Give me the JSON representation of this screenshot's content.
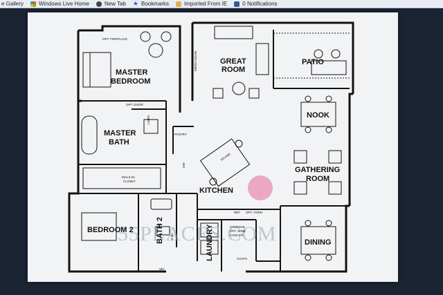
{
  "bookmarks_bar": {
    "items": [
      {
        "label": "e Gallery",
        "icon": "gallery-icon"
      },
      {
        "label": "Windows Live Home",
        "icon": "windows-logo-icon"
      },
      {
        "label": "New Tab",
        "icon": "globe-icon"
      },
      {
        "label": "Bookmarks",
        "icon": "star-icon"
      },
      {
        "label": "Imported From IE",
        "icon": "folder-icon"
      },
      {
        "label": "0 Notifications",
        "icon": "facebook-icon"
      }
    ]
  },
  "floorplan": {
    "rooms": {
      "master_bedroom_1": "MASTER",
      "master_bedroom_2": "BEDROOM",
      "great_room_1": "GREAT",
      "great_room_2": "ROOM",
      "patio": "PATIO",
      "nook": "NOOK",
      "master_bath_1": "MASTER",
      "master_bath_2": "BATH",
      "gathering_room_1": "GATHERING",
      "gathering_room_2": "ROOM",
      "kitchen": "KITCHEN",
      "bedroom_2": "BEDROOM 2",
      "bath_2": "BATH 2",
      "laundry": "LAUNDRY",
      "dining": "DINING"
    },
    "small_labels": {
      "opt_fireplace": "OPT. FIREPLACE",
      "media_niche": "MEDIA NICHE",
      "opt_door": "OPT. DOOR",
      "linen": "LINEN",
      "pantry": "PANTRY",
      "walk_in_closet_1": "WALK-IN",
      "walk_in_closet_2": "CLOSET",
      "island": "ISLAND",
      "storage_1": "STORAGE",
      "storage_2": "OPT. WINE",
      "storage_3": "COOLER",
      "coats": "COATS",
      "wh": "WH",
      "ref": "REF",
      "opt_oven": "OPT. OVEN",
      "dw": "DW",
      "bsd": "B.SD"
    },
    "watermark": "55PLACES.COM"
  }
}
